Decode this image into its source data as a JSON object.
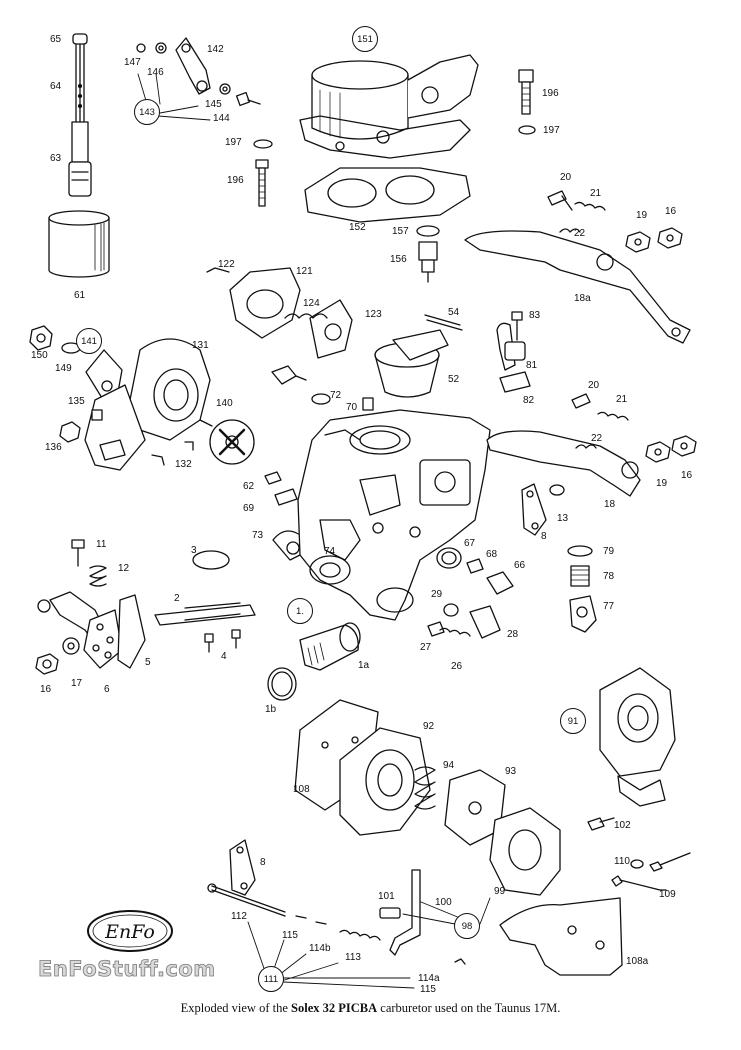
{
  "caption": {
    "prefix": "Exploded view of the ",
    "model": "Solex 32 PICBA",
    "suffix": " carburetor used on the Taunus 17M."
  },
  "watermark": {
    "text": "EnFoStuff.com"
  },
  "logo": {
    "text": "EnFo"
  },
  "part_labels": [
    "65",
    "64",
    "63",
    "61",
    "147",
    "146",
    "142",
    "143",
    "145",
    "144",
    "197",
    "196",
    "151",
    "196",
    "197",
    "152",
    "157",
    "156",
    "20",
    "21",
    "22",
    "19",
    "16",
    "18a",
    "122",
    "121",
    "124",
    "123",
    "54",
    "83",
    "81",
    "82",
    "52",
    "141",
    "131",
    "150",
    "149",
    "135",
    "136",
    "140",
    "132",
    "72",
    "70",
    "20",
    "21",
    "22",
    "19",
    "16",
    "18",
    "62",
    "69",
    "73",
    "74",
    "3",
    "8",
    "13",
    "11",
    "12",
    "67",
    "68",
    "66",
    "79",
    "78",
    "77",
    "2",
    "29",
    "28",
    "27",
    "26",
    "1",
    "1a",
    "16",
    "17",
    "6",
    "5",
    "4",
    "1b",
    "91",
    "92",
    "94",
    "93",
    "108",
    "102",
    "110",
    "109",
    "8",
    "101",
    "100",
    "99",
    "98",
    "112",
    "115",
    "114b",
    "113",
    "111",
    "114a",
    "115",
    "108a"
  ],
  "part_badges": [
    "143",
    "151",
    "141",
    "1.",
    "91",
    "98",
    "111"
  ],
  "colors": {
    "ink": "#111111",
    "paper": "#ffffff",
    "watermark_fill": "#d9d9d9"
  }
}
